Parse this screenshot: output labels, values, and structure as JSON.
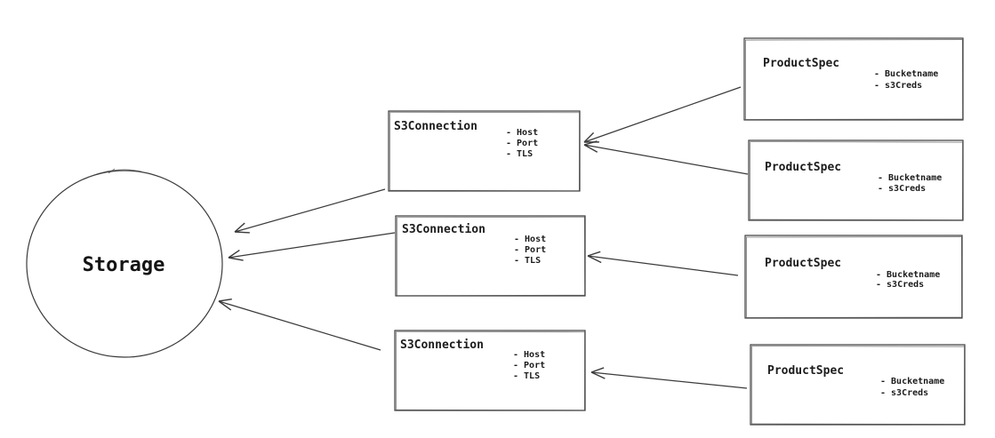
{
  "canvas": {
    "background": "#ffffff",
    "stroke_color": "#3b3b3b",
    "text_color": "#1c1c1c"
  },
  "diagram": {
    "storage_node": {
      "label": "Storage"
    },
    "s3_connection_nodes": [
      {
        "title": "S3Connection",
        "attributes": [
          "- Host",
          "- Port",
          "- TLS"
        ]
      },
      {
        "title": "S3Connection",
        "attributes": [
          "- Host",
          "- Port",
          "- TLS"
        ]
      },
      {
        "title": "S3Connection",
        "attributes": [
          "- Host",
          "- Port",
          "- TLS"
        ]
      }
    ],
    "product_spec_nodes": [
      {
        "title": "ProductSpec",
        "attributes": [
          "- Bucketname",
          "- s3Creds"
        ]
      },
      {
        "title": "ProductSpec",
        "attributes": [
          "- Bucketname",
          "- s3Creds"
        ]
      },
      {
        "title": "ProductSpec",
        "attributes": [
          "- Bucketname",
          "- s3Creds"
        ]
      },
      {
        "title": "ProductSpec",
        "attributes": [
          "- Bucketname",
          "- s3Creds"
        ]
      }
    ]
  }
}
